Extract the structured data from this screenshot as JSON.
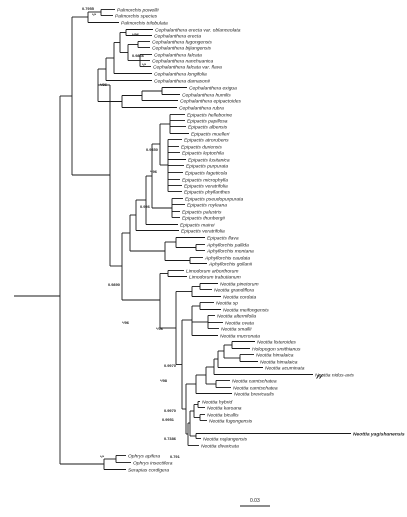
{
  "taxa": [
    {
      "name": "Palmorchis powellii"
    },
    {
      "name": "Palmorchis species"
    },
    {
      "name": "Palmorchis trilobulata"
    },
    {
      "name": "Cephalanthera erecta var. oblanceolata"
    },
    {
      "name": "Cephalanthera erecta"
    },
    {
      "name": "Cephalanthera fugongensis"
    },
    {
      "name": "Cephalanthera bijiangensis"
    },
    {
      "name": "Cephalanthera falcata"
    },
    {
      "name": "Cephalanthera nanchuanica"
    },
    {
      "name": "Cephalanthera falcata var. flava"
    },
    {
      "name": "Cephalanthera longifolia"
    },
    {
      "name": "Cephalanthera damasonii"
    },
    {
      "name": "Cephalanthera exigua"
    },
    {
      "name": "Cephalanthera humilis"
    },
    {
      "name": "Cephalanthera epipactoides"
    },
    {
      "name": "Cephalanthera rubra"
    },
    {
      "name": "Epipactis helleborine"
    },
    {
      "name": "Epipactis papillosa"
    },
    {
      "name": "Epipactis albensis"
    },
    {
      "name": "Epipactis muelleri"
    },
    {
      "name": "Epipactis atrorubens"
    },
    {
      "name": "Epipactis duriensis"
    },
    {
      "name": "Epipactis leptochila"
    },
    {
      "name": "Epipactis lusitanica"
    },
    {
      "name": "Epipactis purpurata"
    },
    {
      "name": "Epipactis fageticola"
    },
    {
      "name": "Epipactis microphylla"
    },
    {
      "name": "Epipactis veratrifolia"
    },
    {
      "name": "Epipactis phyllanthes"
    },
    {
      "name": "Epipactis pseudopurpurata"
    },
    {
      "name": "Epipactis royleana"
    },
    {
      "name": "Epipactis palustris"
    },
    {
      "name": "Epipactis thunbergii"
    },
    {
      "name": "Epipactis mairei"
    },
    {
      "name": "Epipactis veratrifolia"
    },
    {
      "name": "Epipactis flava"
    },
    {
      "name": "Aphyllorchis pallida"
    },
    {
      "name": "Aphyllorchis montana"
    },
    {
      "name": "Aphyllorchis caudata"
    },
    {
      "name": "Aphyllorchis gollanii"
    },
    {
      "name": "Limodorum arborthorum"
    },
    {
      "name": "Limodorum trabutianum"
    },
    {
      "name": "Neottia pinetorum"
    },
    {
      "name": "Neottia grandiflora"
    },
    {
      "name": "Neottia cordata"
    },
    {
      "name": "Neottia sp"
    },
    {
      "name": "Neottia meifongensis"
    },
    {
      "name": "Neottia alternifolia"
    },
    {
      "name": "Neottia ovata"
    },
    {
      "name": "Neottia smallii"
    },
    {
      "name": "Neottia mucronata"
    },
    {
      "name": "Neottia listeroides"
    },
    {
      "name": "Holopogon smithianus"
    },
    {
      "name": "Neottia himalaica"
    },
    {
      "name": "Neottia himalaica"
    },
    {
      "name": "Neottia acuminata"
    },
    {
      "name": "Neottia nidus-avis"
    },
    {
      "name": "Neottia camtschatea"
    },
    {
      "name": "Neottia camtschatea"
    },
    {
      "name": "Neottia brevicaulis"
    },
    {
      "name": "Neottia hybrid"
    },
    {
      "name": "Neottia karoana"
    },
    {
      "name": "Neottia bicallis"
    },
    {
      "name": "Neottia fugongensis"
    },
    {
      "name": "Neottia yagishanensis",
      "bold": true
    },
    {
      "name": "Neottia nujiangensis"
    },
    {
      "name": "Neottia divaricata"
    },
    {
      "name": "Ophrys apifera"
    },
    {
      "name": "Ophrys insectifera"
    },
    {
      "name": "Serapias cordigera"
    }
  ],
  "support_labels": [
    "0.7955",
    "*/*",
    "*/96",
    "0.9866",
    "*/*",
    "*/96",
    "0.9850",
    "*/96",
    "0.956",
    "0.9890",
    "*/96",
    "*/96",
    "0.9970",
    "*/98",
    "0.9970",
    "0.9951",
    "0.7386",
    "0.791",
    "*/*"
  ],
  "scale_bar": {
    "label": "0.03"
  }
}
